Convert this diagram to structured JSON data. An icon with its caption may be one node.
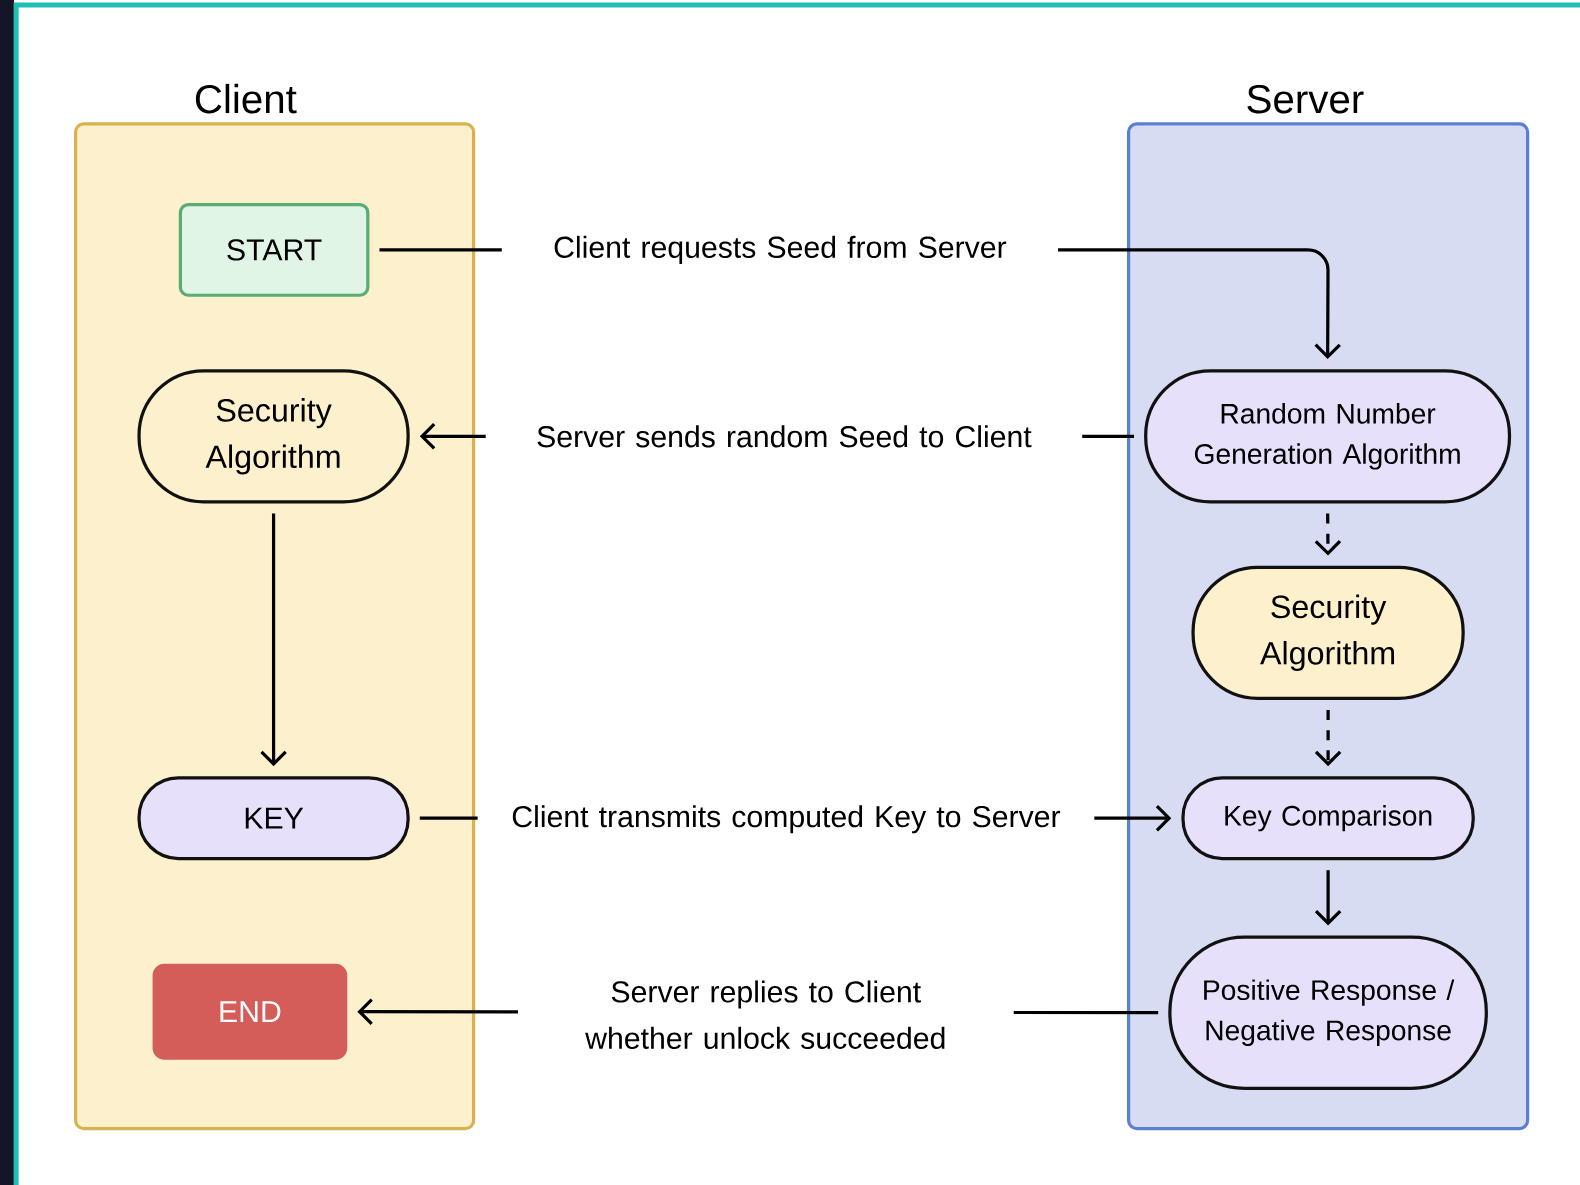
{
  "diagram": {
    "nodes": [
      {
        "text": [
          "Client"
        ]
      },
      {
        "text": [
          "Server"
        ]
      },
      {
        "text": [
          "START"
        ],
        "in": 0
      },
      {
        "text": [
          "Security Algorithm"
        ],
        "in": 0
      },
      {
        "text": [
          "KEY"
        ],
        "in": 0
      },
      {
        "text": [
          "END"
        ],
        "in": 0
      },
      {
        "text": [
          "Random Number Generation Algorithm"
        ],
        "in": 1
      },
      {
        "text": [
          "Security Algorithm"
        ],
        "in": 1
      },
      {
        "text": [
          "Key Comparison"
        ],
        "in": 1
      },
      {
        "text": [
          "Positive Response / Negative Response"
        ],
        "in": 1
      }
    ],
    "edges": [
      {
        "from": 2,
        "to": 6,
        "arrow": "to",
        "label": "Client requests Seed from Server"
      },
      {
        "from": 6,
        "to": 3,
        "arrow": "to",
        "label": "Server sends random Seed to Client"
      },
      {
        "from": 3,
        "to": 4,
        "arrow": "to"
      },
      {
        "from": 6,
        "to": 7,
        "arrow": "to",
        "style": "dashed"
      },
      {
        "from": 7,
        "to": 8,
        "arrow": "to",
        "style": "dashed"
      },
      {
        "from": 4,
        "to": 8,
        "arrow": "to",
        "label": "Client transmits computed Key to Server"
      },
      {
        "from": 8,
        "to": 9,
        "arrow": "to"
      },
      {
        "from": 9,
        "to": 5,
        "arrow": "to",
        "label": "Server replies to Client whether unlock succeeded"
      }
    ]
  }
}
